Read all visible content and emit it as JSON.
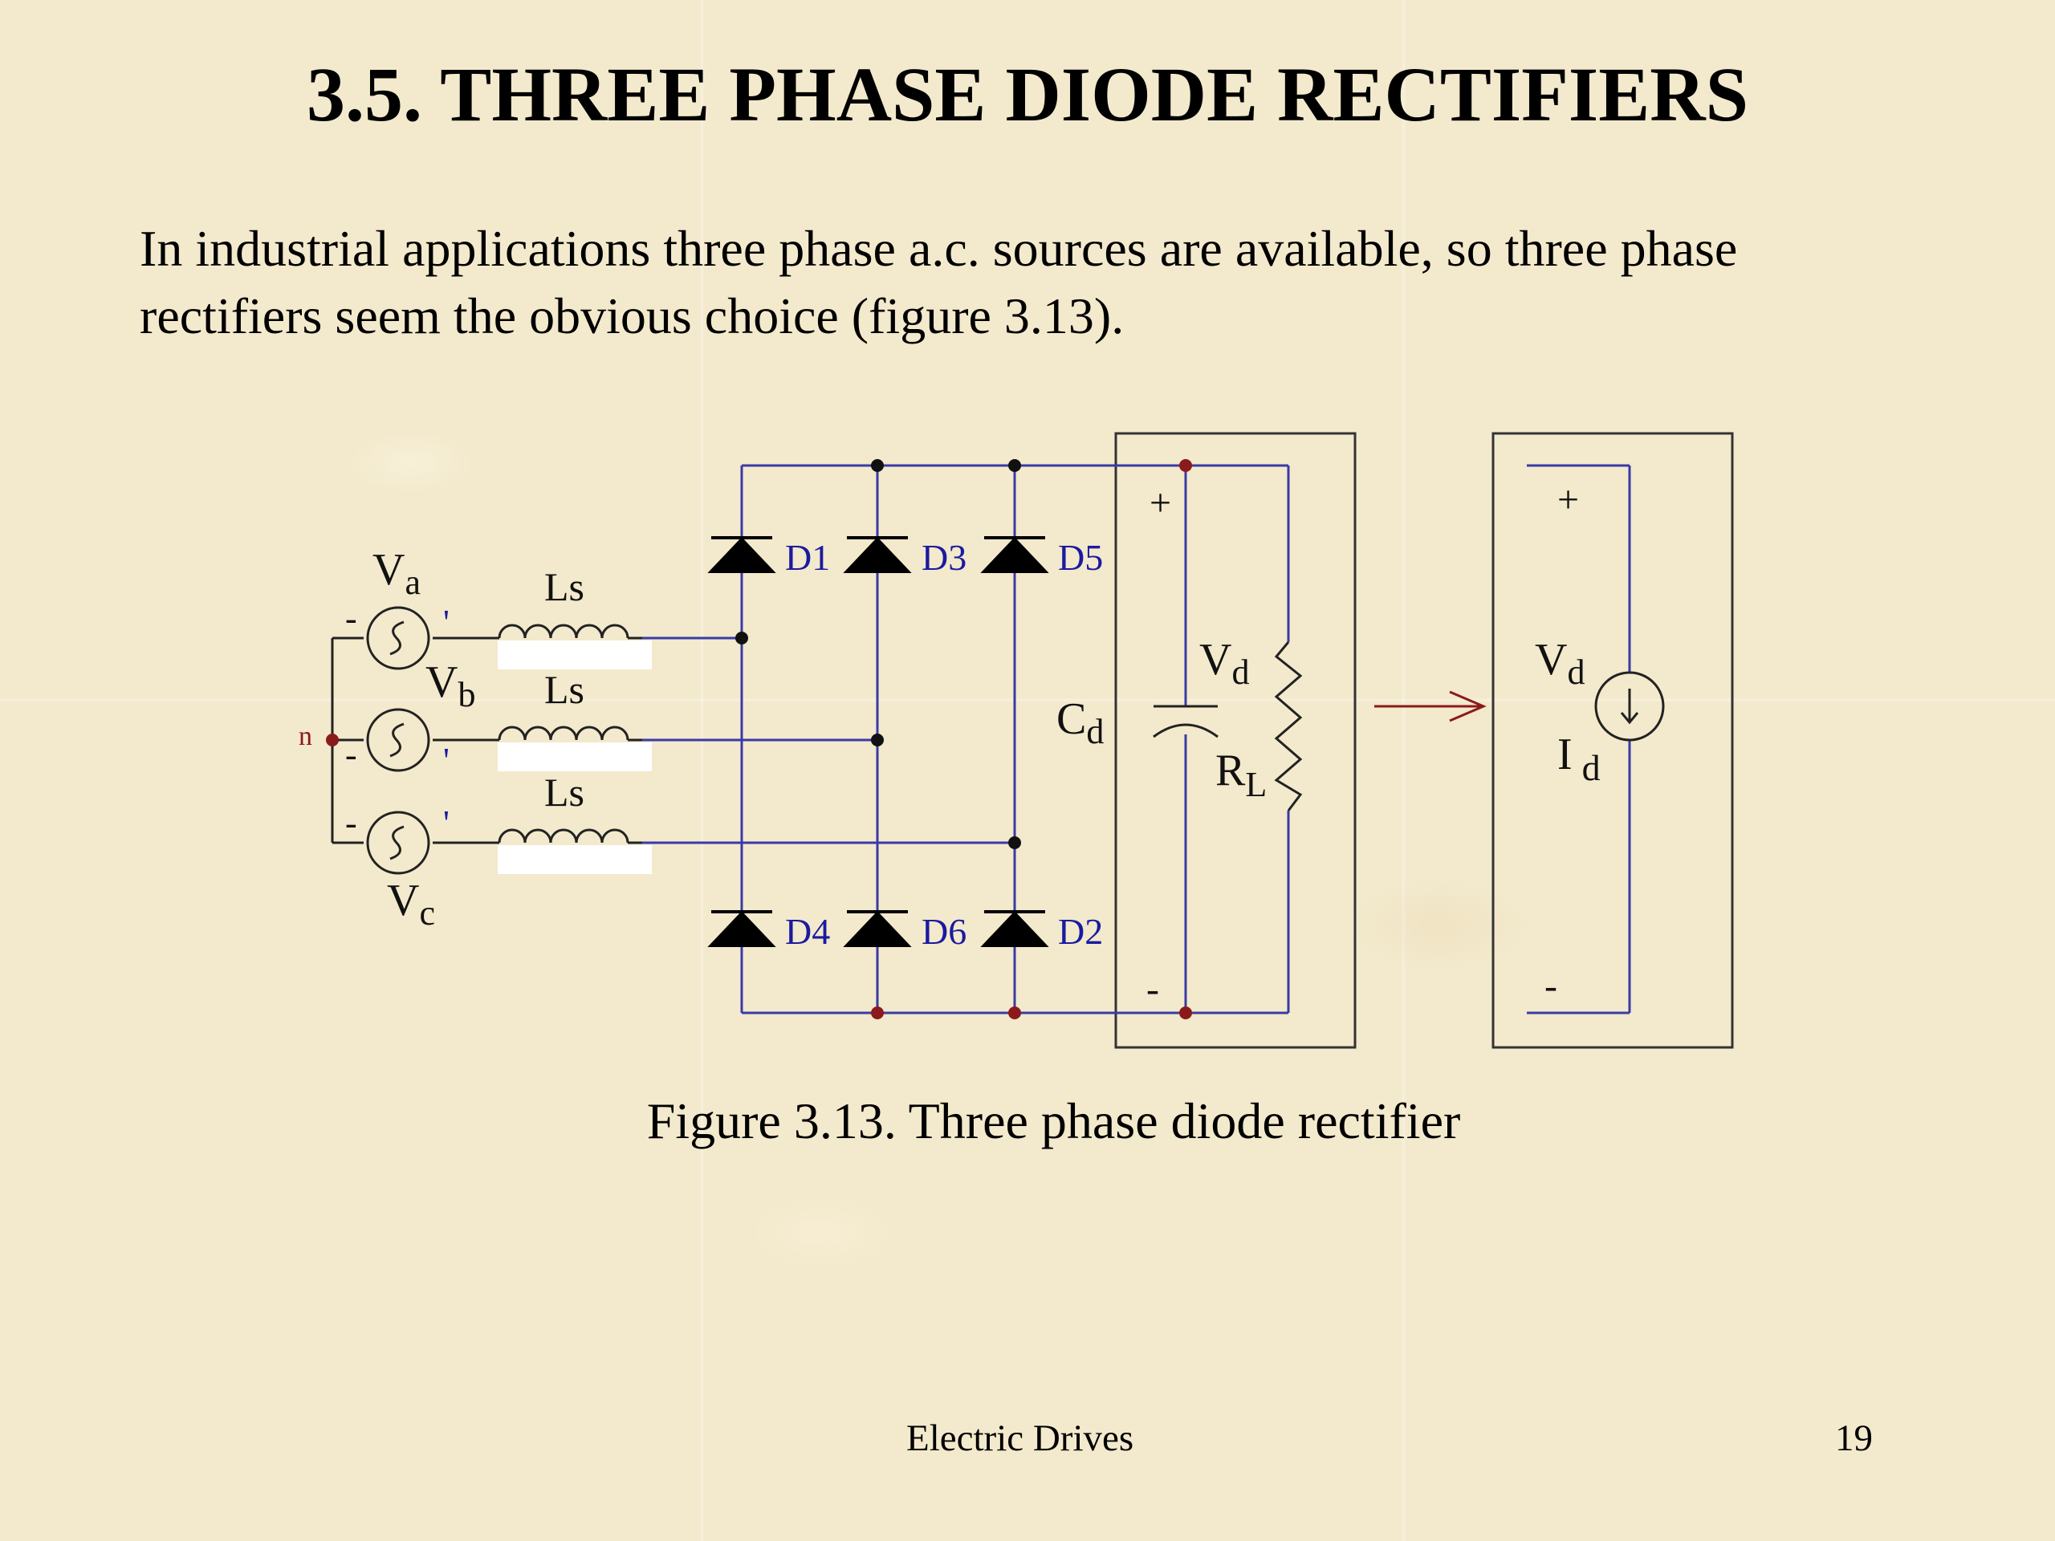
{
  "slide": {
    "title": "3.5. THREE PHASE DIODE RECTIFIERS",
    "paragraph_line1": "In industrial applications three phase a.c. sources are available, so three phase",
    "paragraph_line2": "rectifiers seem the obvious choice (figure 3.13).",
    "caption": "Figure 3.13. Three phase diode rectifier",
    "footer": "Electric Drives",
    "page_number": "19"
  },
  "diagram": {
    "sources": {
      "va": "V",
      "va_sub": "a",
      "vb": "V",
      "vb_sub": "b",
      "vc": "V",
      "vc_sub": "c",
      "neutral": "n",
      "minus": "-",
      "plus_mark": "'"
    },
    "inductors": [
      "Ls",
      "Ls",
      "Ls"
    ],
    "diodes": [
      "D1",
      "D3",
      "D5",
      "D4",
      "D6",
      "D2"
    ],
    "capacitor": "C",
    "capacitor_sub": "d",
    "load_voltage": "V",
    "load_voltage_sub": "d",
    "resistor": "R",
    "resistor_sub": "L",
    "plus": "+",
    "minus": "-",
    "equiv_voltage": "V",
    "equiv_voltage_sub": "d",
    "equiv_current": "I",
    "equiv_current_sub": "d",
    "colors": {
      "wire": "#3a3aa8",
      "node_red": "#8b1a1a",
      "node_black": "#111111",
      "arrow": "#8b1a1a",
      "diode_label": "#1a1aa0"
    }
  }
}
